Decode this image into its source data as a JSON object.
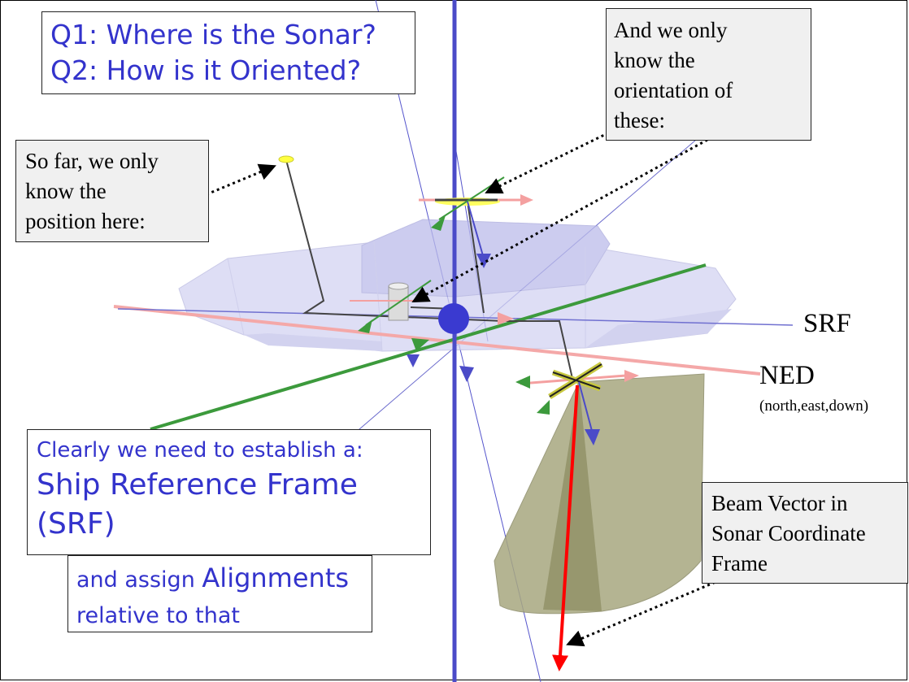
{
  "question_box": {
    "line1": "Q1: Where is the Sonar?",
    "line2": "Q2: How is it Oriented?"
  },
  "position_note": {
    "line1": "So far, we only",
    "line2": "know the",
    "line3": "position here:"
  },
  "orientation_note": {
    "line1": "And we only",
    "line2": "know the",
    "line3": "orientation of",
    "line4": "these:"
  },
  "srf_label": "SRF",
  "ned_label": "NED",
  "ned_sub": "(north,east,down)",
  "establish_box": {
    "line1": "Clearly we need to establish a:",
    "line2": "Ship Reference Frame",
    "line3": "(SRF)"
  },
  "assign_box": {
    "line1_prefix": "and assign ",
    "line1_emph": "Alignments",
    "line2": "relative to that"
  },
  "beam_note": {
    "line1": "Beam Vector in",
    "line2": "Sonar Coordinate",
    "line3": "Frame"
  },
  "colors": {
    "text_blue": "#3333cc",
    "axis_blue": "#4b4bc8",
    "axis_green": "#3c9a3c",
    "axis_pink": "#f4a0a0",
    "hull_fill": "#c8c8ee",
    "beam_fill": "#a8a880",
    "beam_vector": "#ff0000"
  }
}
